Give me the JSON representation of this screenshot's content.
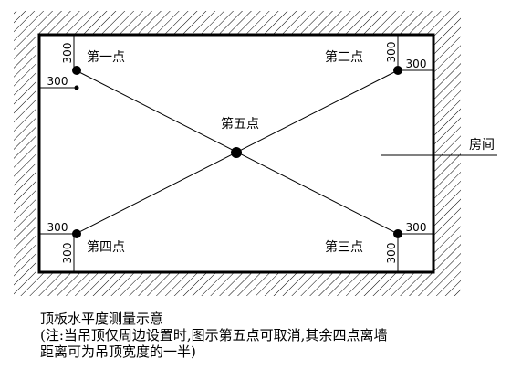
{
  "points": {
    "p1": "第一点",
    "p2": "第二点",
    "p3": "第三点",
    "p4": "第四点",
    "p5": "第五点"
  },
  "room_label": "房间",
  "dimension": "300",
  "caption": {
    "title": "顶板水平度测量示意",
    "note_line1": "(注:当吊顶仅周边设置时,图示第五点可取消,其余四点离墙",
    "note_line2": "距离可为吊顶宽度的一半)"
  },
  "colors": {
    "line": "#000000",
    "hatch": "#000000",
    "background": "#ffffff"
  }
}
